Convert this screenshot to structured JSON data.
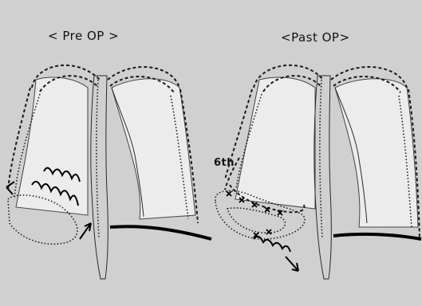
{
  "labels": {
    "pre_op": "< Pre OP >",
    "post_op": "<Past OP>",
    "rib_marker": "6th"
  },
  "colors": {
    "background": "#d0d0d0",
    "ink": "#000000",
    "lung_fill": "#ececec"
  }
}
